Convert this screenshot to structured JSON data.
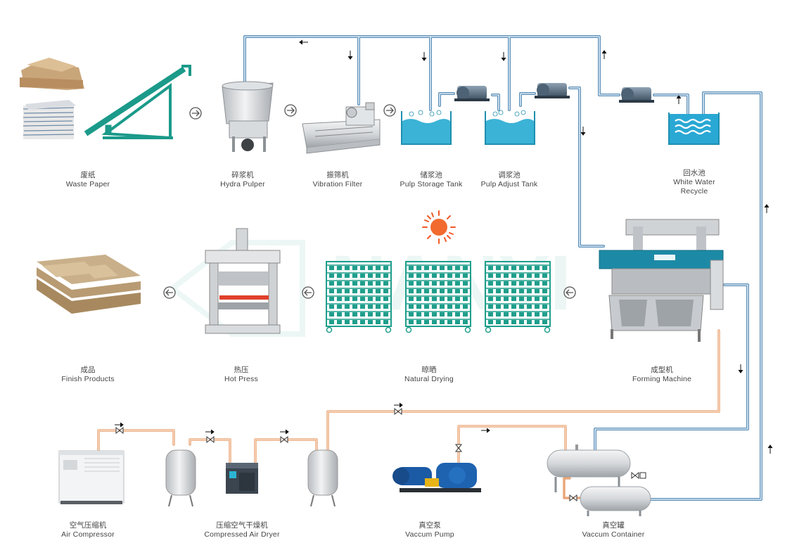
{
  "stages": [
    {
      "id": "waste-paper",
      "zh": "废纸",
      "en": "Waste Paper"
    },
    {
      "id": "hydra-pulper",
      "zh": "碎浆机",
      "en": "Hydra Pulper"
    },
    {
      "id": "vibration-filter",
      "zh": "振筛机",
      "en": "Vibration Filter"
    },
    {
      "id": "pulp-storage-tank",
      "zh": "储浆池",
      "en": "Pulp Storage Tank"
    },
    {
      "id": "pulp-adjust-tank",
      "zh": "调浆池",
      "en": "Pulp Adjust Tank"
    },
    {
      "id": "white-water-recycle",
      "zh": "回水池",
      "en": "White Water Recycle"
    },
    {
      "id": "finish-products",
      "zh": "成品",
      "en": "Finish Products"
    },
    {
      "id": "hot-press",
      "zh": "热压",
      "en": "Hot Press"
    },
    {
      "id": "natural-drying",
      "zh": "晾晒",
      "en": "Natural Drying"
    },
    {
      "id": "forming-machine",
      "zh": "成型机",
      "en": "Forming Machine"
    },
    {
      "id": "air-compressor",
      "zh": "空气压缩机",
      "en": "Air Compressor"
    },
    {
      "id": "compressed-air-dryer",
      "zh": "压缩空气干燥机",
      "en": "Compressed Air Dryer"
    },
    {
      "id": "vacuum-pump",
      "zh": "真空泵",
      "en": "Vaccum Pump"
    },
    {
      "id": "vacuum-container",
      "zh": "真空罐",
      "en": "Vaccum Container"
    }
  ],
  "watermark": "NANYI",
  "colors": {
    "water_pipe": "#6d9fc6",
    "air_pipe": "#f0b48a",
    "equipment": "#1f9e8c",
    "tank_water": "#36b6d8",
    "sun": "#f05a28"
  },
  "icons": {
    "flow_arrow": "circled-right-arrow",
    "flow_arrow_back": "circled-left-arrow",
    "valve": "bowtie-valve",
    "sun": "sun-icon"
  }
}
